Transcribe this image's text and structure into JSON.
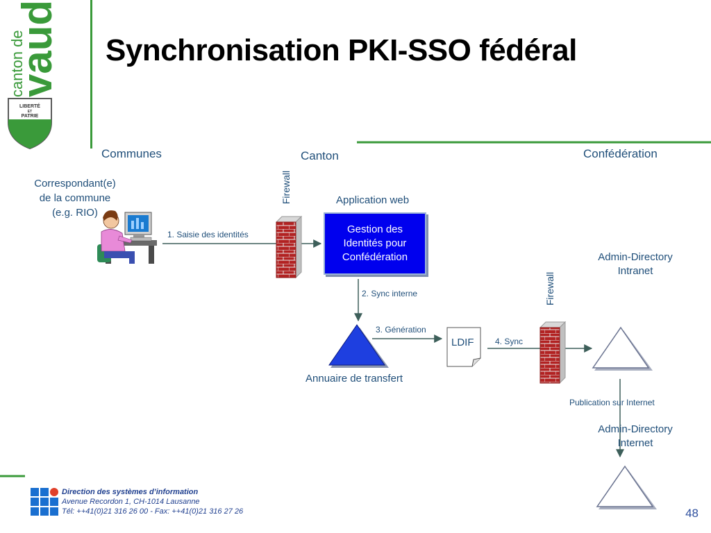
{
  "slide": {
    "title": "Synchronisation PKI-SSO fédéral",
    "page_number": "48"
  },
  "logo": {
    "text_canton": "canton de",
    "text_vaud": "vaud",
    "seal_text": "LIBERTÉ ET PATRIE",
    "colors": {
      "green": "#3a9a3a"
    }
  },
  "zones": {
    "communes": "Communes",
    "canton": "Canton",
    "confederation": "Confédération"
  },
  "nodes": {
    "correspondant": [
      "Correspondant(e)",
      "de la commune",
      "(e.g. RIO)"
    ],
    "application_web": "Application web",
    "gestion": [
      "Gestion des",
      "Identités pour",
      "Confédération"
    ],
    "firewall_1": "Firewall",
    "firewall_2": "Firewall",
    "annuaire": "Annuaire de transfert",
    "ldif": "LDIF",
    "admin_intranet": [
      "Admin-Directory",
      "Intranet"
    ],
    "admin_internet": [
      "Admin-Directory",
      "Internet"
    ]
  },
  "arrows": {
    "saisie": "1. Saisie des identités",
    "sync_interne": "2. Sync interne",
    "generation": "3. Génération",
    "sync": "4. Sync",
    "publication": "Publication sur Internet"
  },
  "footer": {
    "org": "Direction des systèmes d’information",
    "address": "Avenue Recordon 1, CH-1014 Lausanne",
    "phone": "Tél: ++41(0)21 316 26 00 - Fax: ++41(0)21 316 27 26"
  },
  "colors": {
    "text_blue": "#1f4e79",
    "accent_green": "#3a9a3a",
    "box_blue": "#0000ee",
    "brick_red": "#b22222"
  },
  "icons": [
    "person-at-computer-icon",
    "firewall-icon",
    "document-icon",
    "triangle-directory-icon",
    "footer-squares-icon"
  ]
}
